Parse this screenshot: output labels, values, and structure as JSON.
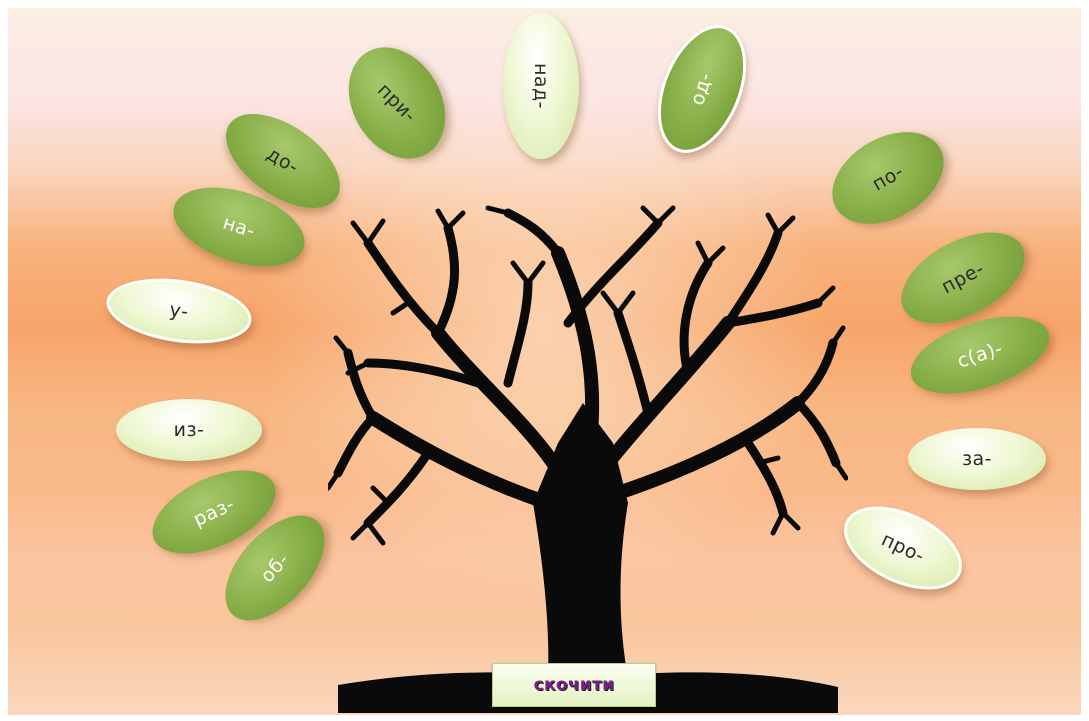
{
  "leaves": [
    {
      "label": "при-"
    },
    {
      "label": "над-"
    },
    {
      "label": "од-"
    },
    {
      "label": "до-"
    },
    {
      "label": "на-"
    },
    {
      "label": "у-"
    },
    {
      "label": "по-"
    },
    {
      "label": "пре-"
    },
    {
      "label": "с(а)-"
    },
    {
      "label": "из-"
    },
    {
      "label": "за-"
    },
    {
      "label": "раз-"
    },
    {
      "label": "про-"
    },
    {
      "label": "об-"
    }
  ],
  "check_button": {
    "label": "скочити"
  },
  "tree_icon": "bare-tree-silhouette",
  "colors": {
    "leaf_dark": "#86ad46",
    "leaf_light": "#eff8d4",
    "button_text": "#7a1f86"
  }
}
